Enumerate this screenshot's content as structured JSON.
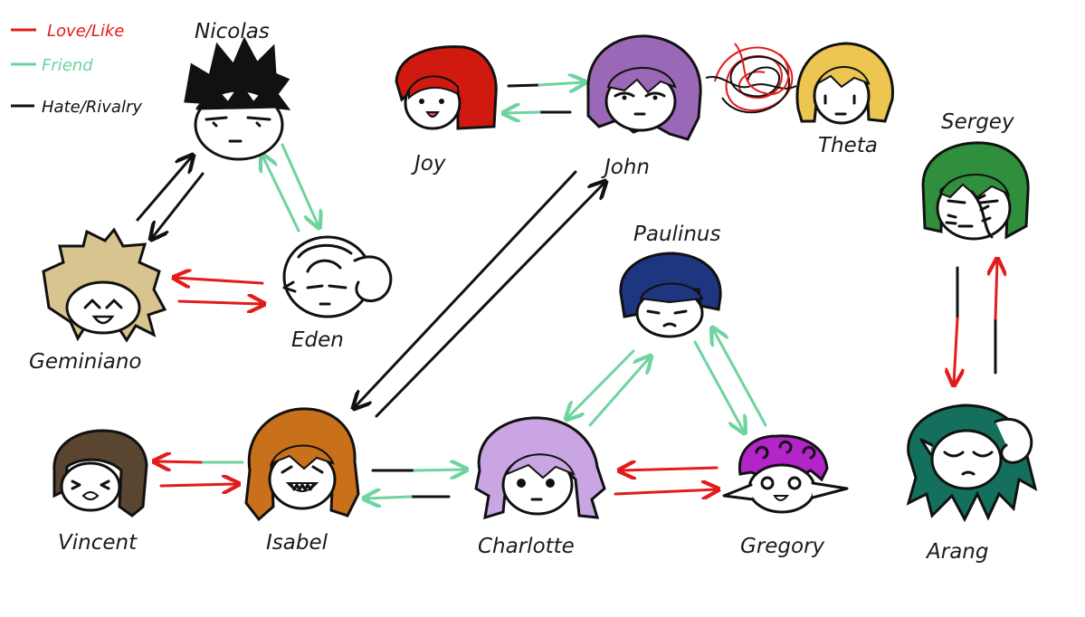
{
  "legend": {
    "items": [
      {
        "label": "Love/Like",
        "color": "#e31b1b"
      },
      {
        "label": "Friend",
        "color": "#6fd3a0"
      },
      {
        "label": "Hate/Rivalry",
        "color": "#111111"
      }
    ]
  },
  "colors": {
    "love": "#e31b1b",
    "friend": "#6fd3a0",
    "hate": "#111111"
  },
  "characters": {
    "nicolas": {
      "name": "Nicolas",
      "hair": "#111111"
    },
    "geminiano": {
      "name": "Geminiano",
      "hair": "#d8c48f"
    },
    "eden": {
      "name": "Eden",
      "hair": "#ffffff"
    },
    "joy": {
      "name": "Joy",
      "hair": "#d0190f"
    },
    "john": {
      "name": "John",
      "hair": "#9b68b8"
    },
    "theta": {
      "name": "Theta",
      "hair": "#ecc651"
    },
    "sergey": {
      "name": "Sergey",
      "hair": "#2f8f3c"
    },
    "paulinus": {
      "name": "Paulinus",
      "hair": "#1e3680"
    },
    "arang": {
      "name": "Arang",
      "hair": "#14705c"
    },
    "vincent": {
      "name": "Vincent",
      "hair": "#5a4630"
    },
    "isabel": {
      "name": "Isabel",
      "hair": "#c9701a"
    },
    "charlotte": {
      "name": "Charlotte",
      "hair": "#c9a6e3"
    },
    "gregory": {
      "name": "Gregory",
      "hair": "#b324c9"
    }
  }
}
